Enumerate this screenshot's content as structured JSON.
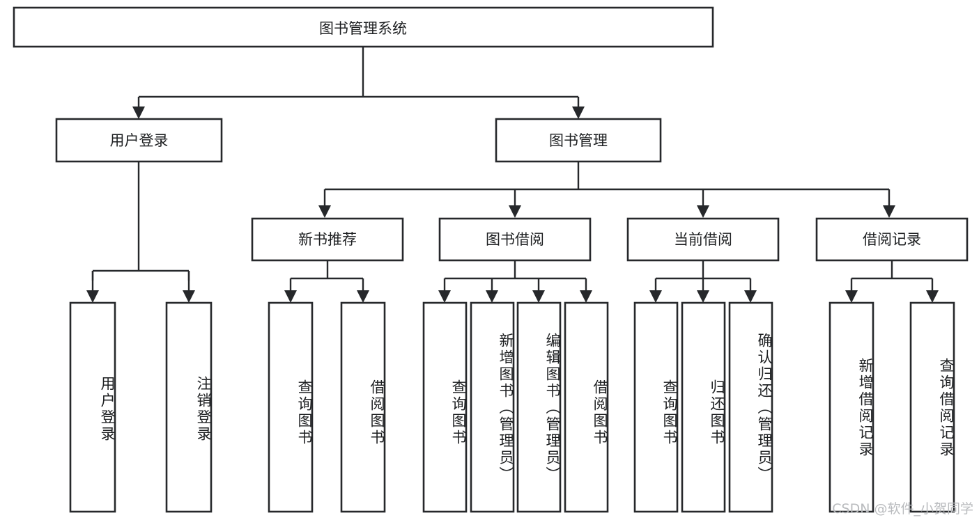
{
  "diagram": {
    "type": "tree-hierarchy",
    "title": "图书管理系统",
    "orientation": "top-down",
    "colors": {
      "stroke": "#26282b",
      "fill": "#ffffff",
      "text": "#1d1f21",
      "background": "#ffffff",
      "watermark": "#b9bbbe"
    },
    "root": {
      "label": "图书管理系统"
    },
    "level2": [
      {
        "label": "用户登录"
      },
      {
        "label": "图书管理"
      }
    ],
    "level3": [
      {
        "label": "新书推荐"
      },
      {
        "label": "图书借阅"
      },
      {
        "label": "当前借阅"
      },
      {
        "label": "借阅记录"
      }
    ],
    "leaves": {
      "user_login": [
        {
          "label": "用户登录"
        },
        {
          "label": "注销登录"
        }
      ],
      "new_book_recommend": [
        {
          "label": "查询图书"
        },
        {
          "label": "借阅图书"
        }
      ],
      "book_borrow": [
        {
          "label": "查询图书"
        },
        {
          "label": "新增图书（管理员）"
        },
        {
          "label": "编辑图书（管理员）"
        },
        {
          "label": "借阅图书"
        }
      ],
      "current_borrow": [
        {
          "label": "查询图书"
        },
        {
          "label": "归还图书"
        },
        {
          "label": "确认归还（管理员）"
        }
      ],
      "borrow_record": [
        {
          "label": "新增借阅记录"
        },
        {
          "label": "查询借阅记录"
        }
      ]
    }
  },
  "watermark": {
    "text": "CSDN @软件_小贺同学"
  }
}
